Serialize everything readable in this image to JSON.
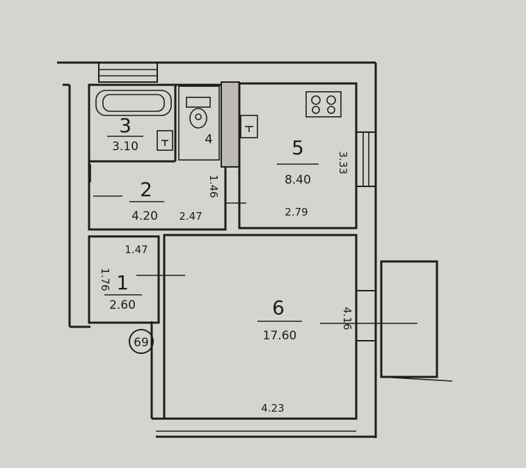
{
  "rooms": [
    {
      "number": "1",
      "area": "2.60"
    },
    {
      "number": "2",
      "area": "4.20"
    },
    {
      "number": "3",
      "area": "3.10"
    },
    {
      "number": "4",
      "area": ""
    },
    {
      "number": "5",
      "area": "8.40"
    },
    {
      "number": "6",
      "area": "17.60"
    }
  ],
  "dimensions": {
    "room1_width": "1.47",
    "room1_depth": "1.76",
    "room2_width": "2.47",
    "room2_small": "1.46",
    "room5_depth": "3.33",
    "room5_width": "2.79",
    "room6_depth": "4.16",
    "room6_width": "4.23"
  },
  "marker": "69",
  "colors": {
    "paper": "#d6d4cf",
    "ink": "#1c1c1c"
  }
}
